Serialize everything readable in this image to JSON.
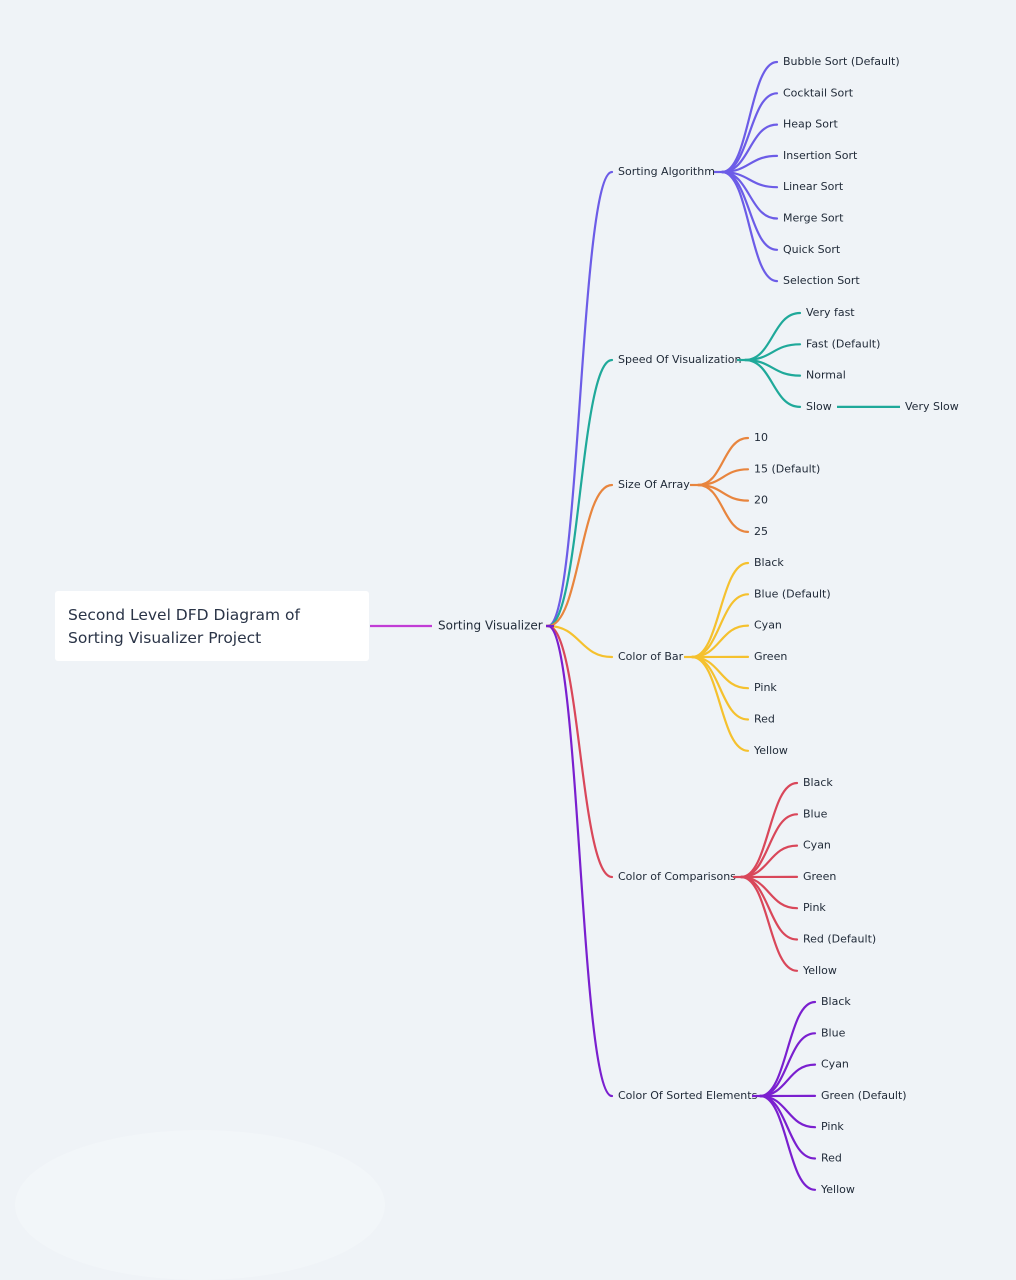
{
  "root": {
    "title": "Second Level DFD Diagram of Sorting Visualizer Project"
  },
  "main": {
    "label": "Sorting Visualizer"
  },
  "branches": [
    {
      "label": "Sorting Algorithm",
      "color": "#6c5ce7",
      "children": [
        "Bubble Sort (Default)",
        "Cocktail Sort",
        "Heap Sort",
        "Insertion Sort",
        "Linear Sort",
        "Merge Sort",
        "Quick Sort",
        "Selection Sort"
      ]
    },
    {
      "label": "Speed Of Visualization",
      "color": "#1fa99a",
      "children": [
        "Very fast",
        "Fast (Default)",
        "Normal",
        "Slow"
      ],
      "grandchild": {
        "of": "Slow",
        "label": "Very Slow"
      }
    },
    {
      "label": "Size Of Array",
      "color": "#e8853e",
      "children": [
        "10",
        "15 (Default)",
        "20",
        "25"
      ]
    },
    {
      "label": "Color of Bar",
      "color": "#f5c12e",
      "children": [
        "Black",
        "Blue (Default)",
        "Cyan",
        "Green",
        "Pink",
        "Red",
        "Yellow"
      ]
    },
    {
      "label": "Color of Comparisons",
      "color": "#d9475a",
      "children": [
        "Black",
        "Blue",
        "Cyan",
        "Green",
        "Pink",
        "Red (Default)",
        "Yellow"
      ]
    },
    {
      "label": "Color Of Sorted Elements",
      "color": "#7a1fcf",
      "children": [
        "Black",
        "Blue",
        "Cyan",
        "Green (Default)",
        "Pink",
        "Red",
        "Yellow"
      ]
    }
  ],
  "rootLinkColor": "#c13cd6"
}
